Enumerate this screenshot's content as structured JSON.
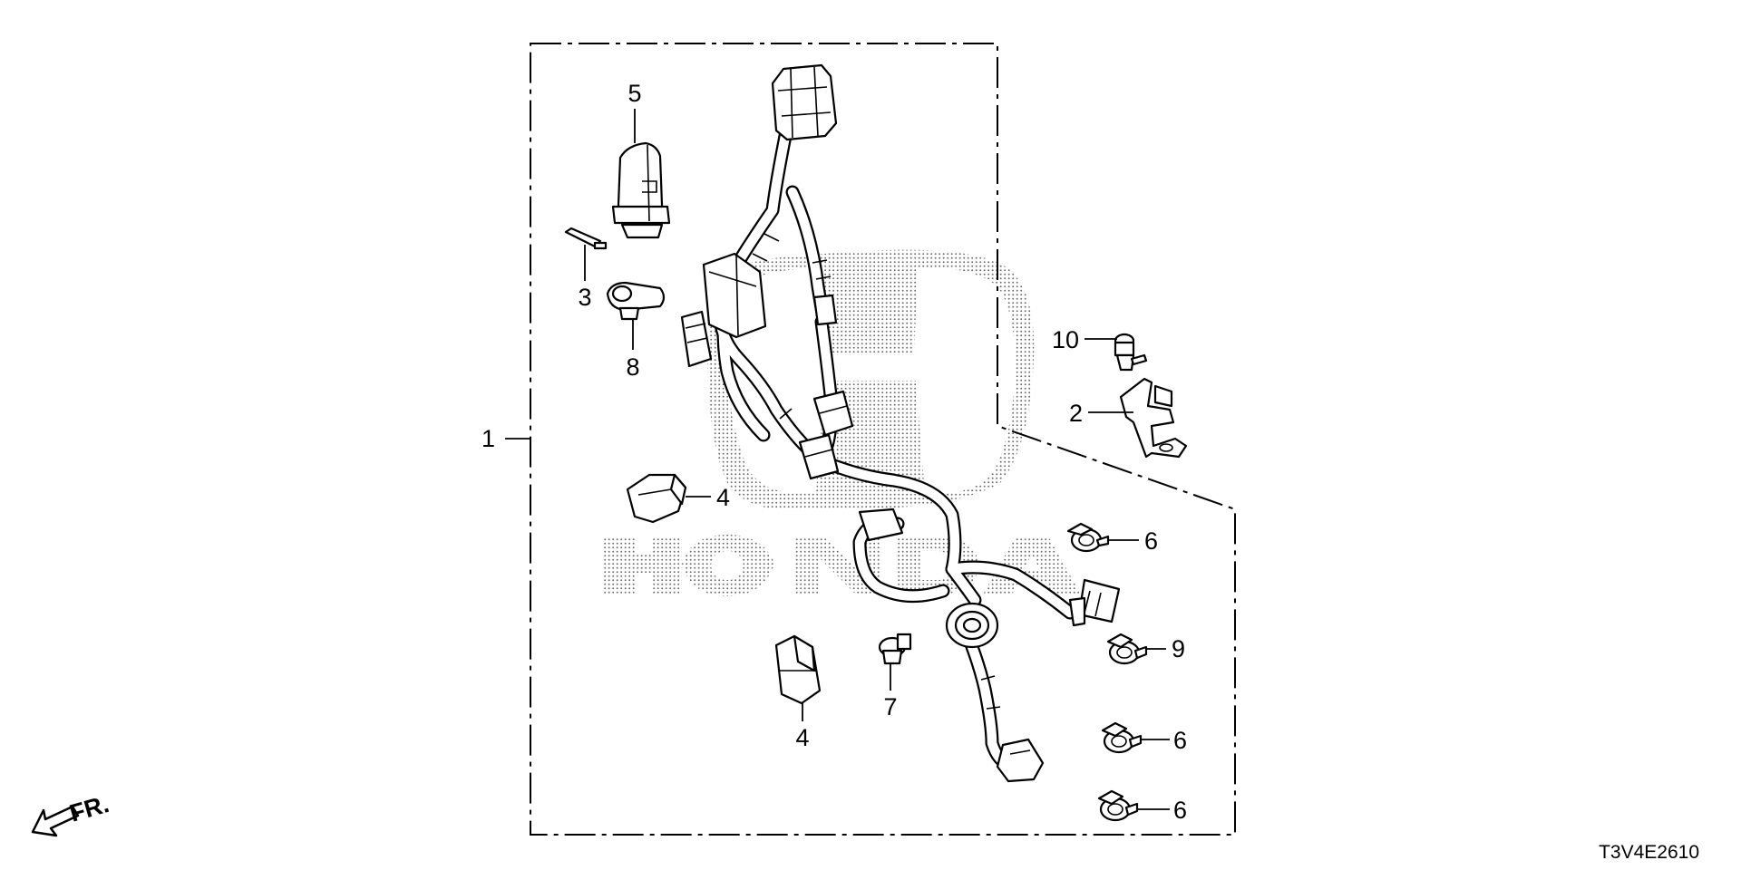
{
  "diagram": {
    "image_code": "T3V4E2610",
    "front_arrow_label": "FR.",
    "watermark": "HONDA",
    "callouts": [
      {
        "id": "c1",
        "text": "1"
      },
      {
        "id": "c2",
        "text": "2"
      },
      {
        "id": "c3",
        "text": "3"
      },
      {
        "id": "c4a",
        "text": "4"
      },
      {
        "id": "c4b",
        "text": "4"
      },
      {
        "id": "c5",
        "text": "5"
      },
      {
        "id": "c6a",
        "text": "6"
      },
      {
        "id": "c6b",
        "text": "6"
      },
      {
        "id": "c6c",
        "text": "6"
      },
      {
        "id": "c7",
        "text": "7"
      },
      {
        "id": "c8",
        "text": "8"
      },
      {
        "id": "c9",
        "text": "9"
      },
      {
        "id": "c10",
        "text": "10"
      }
    ]
  }
}
